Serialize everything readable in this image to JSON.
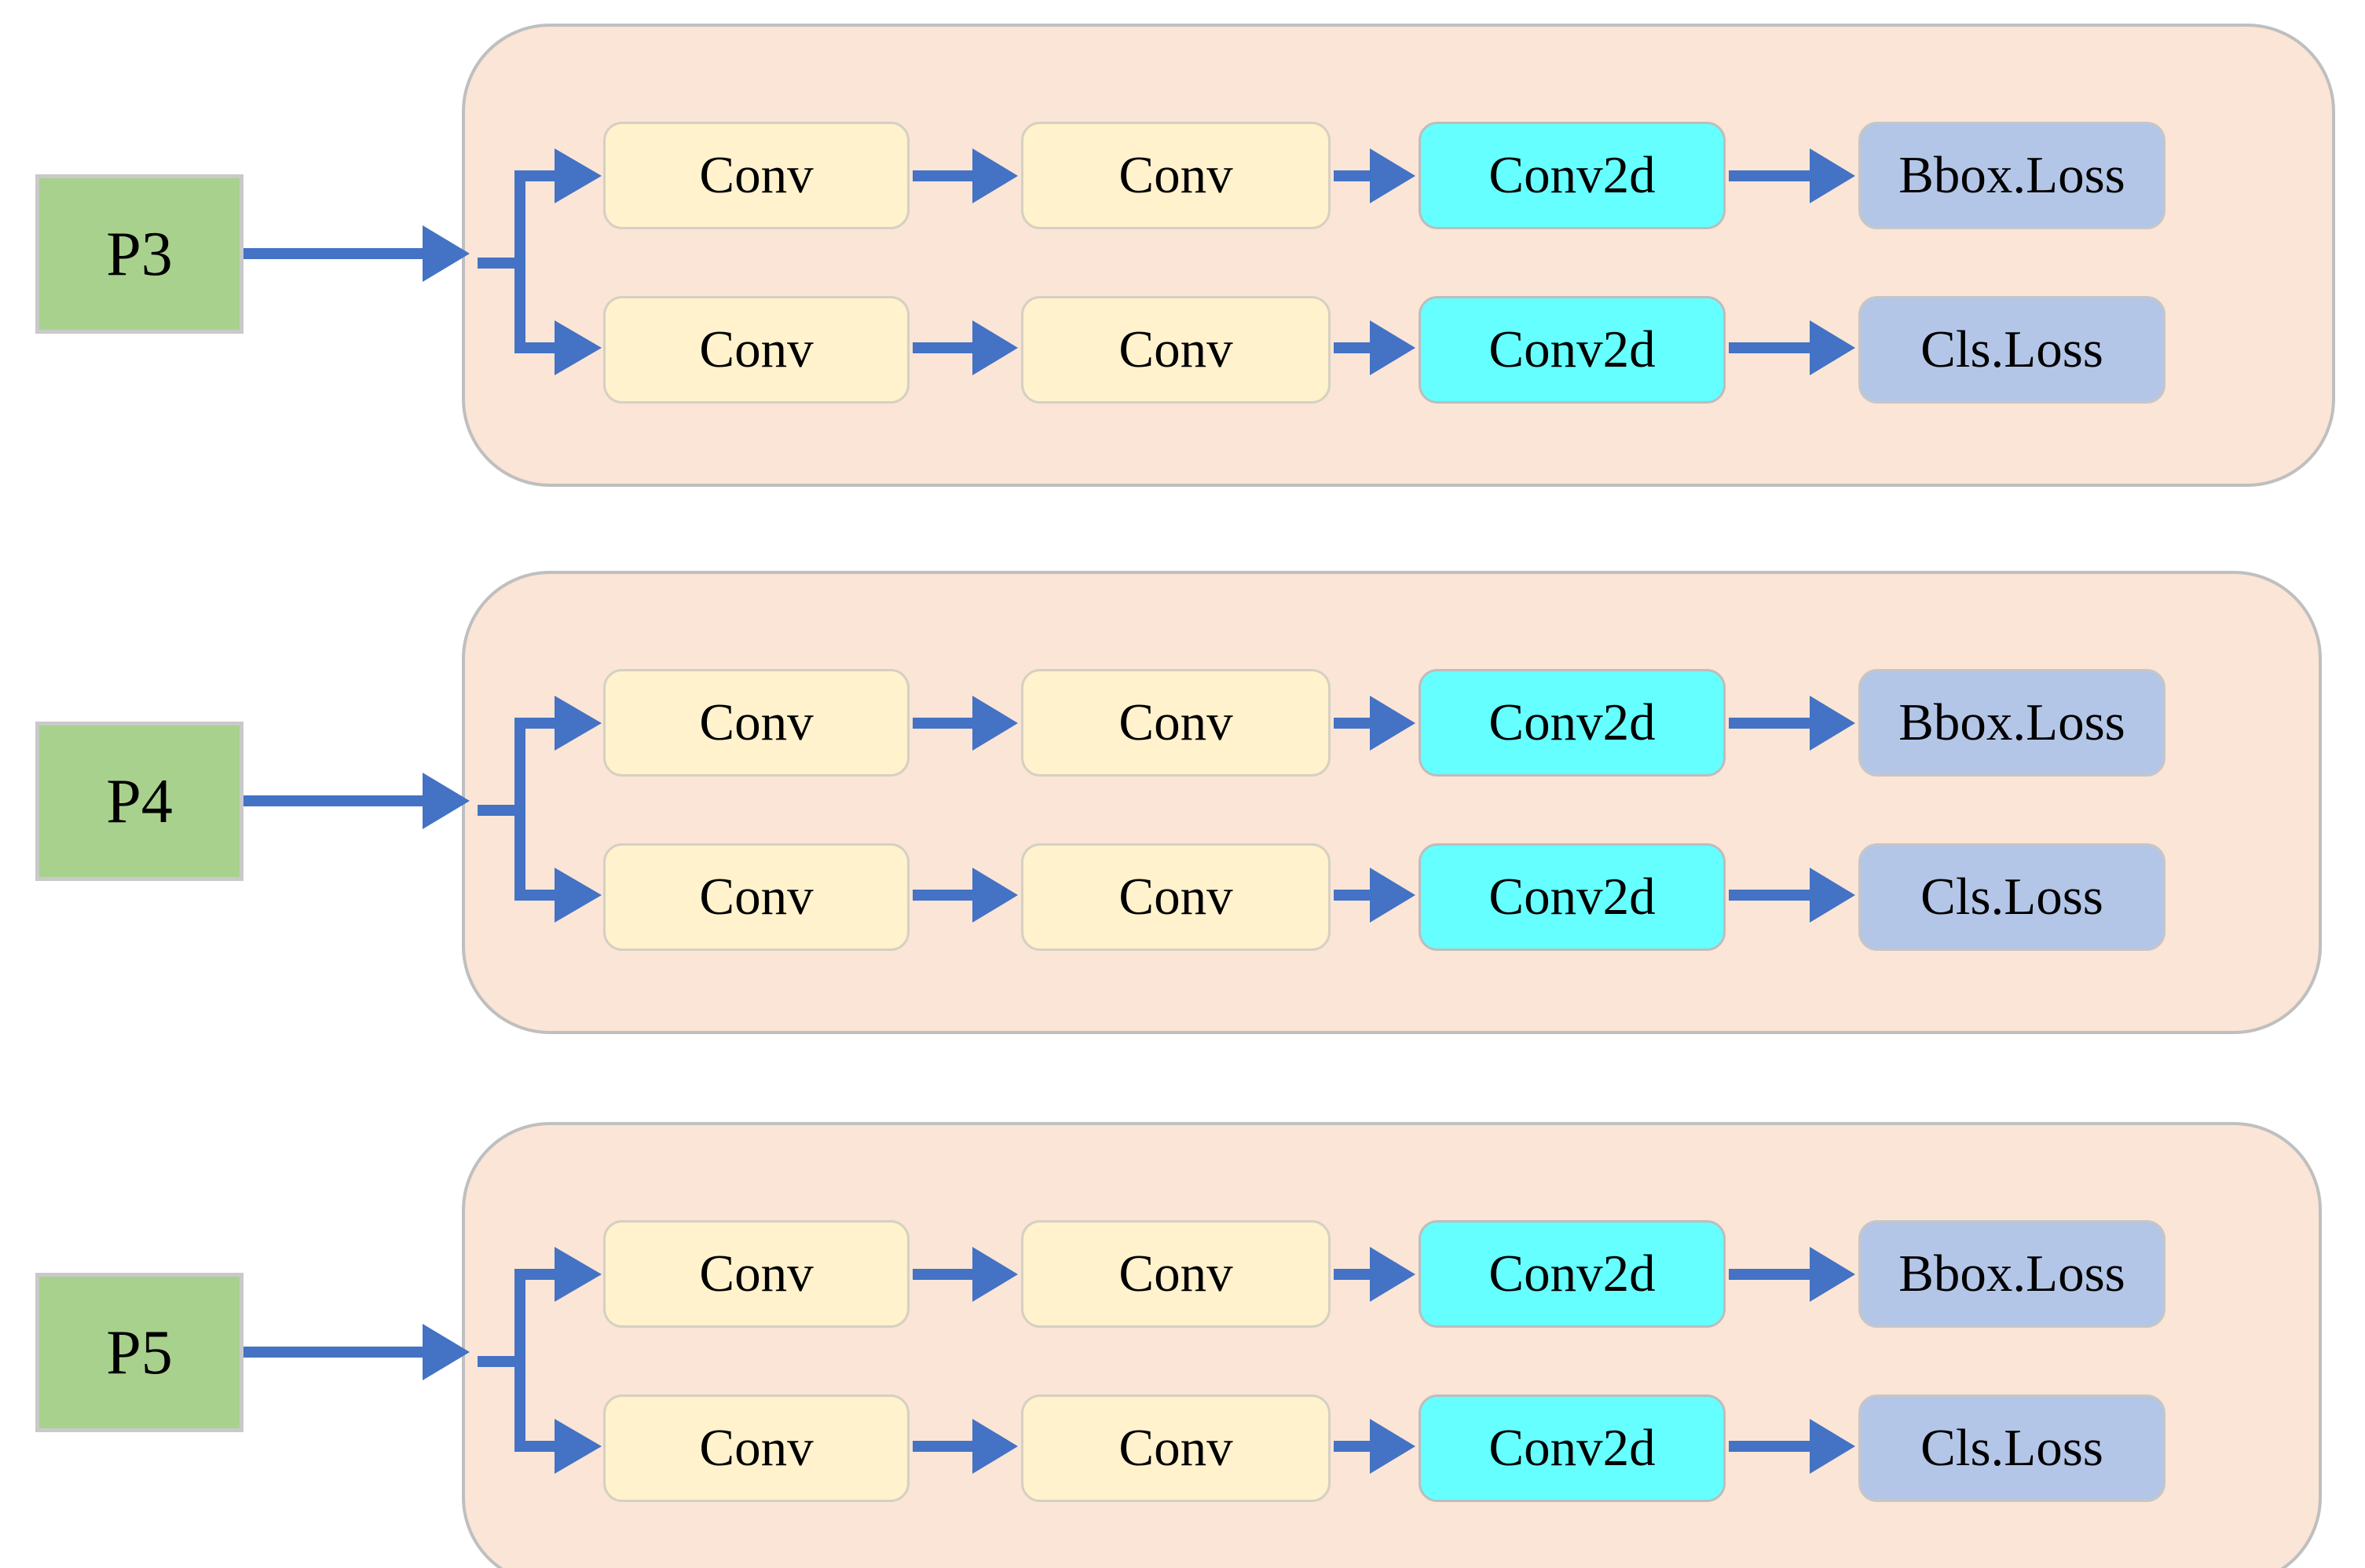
{
  "diagram": {
    "rows": [
      {
        "input": "P3",
        "top": [
          "Conv",
          "Conv",
          "Conv2d",
          "Bbox.Loss"
        ],
        "bottom": [
          "Conv",
          "Conv",
          "Conv2d",
          "Cls.Loss"
        ]
      },
      {
        "input": "P4",
        "top": [
          "Conv",
          "Conv",
          "Conv2d",
          "Bbox.Loss"
        ],
        "bottom": [
          "Conv",
          "Conv",
          "Conv2d",
          "Cls.Loss"
        ]
      },
      {
        "input": "P5",
        "top": [
          "Conv",
          "Conv",
          "Conv2d",
          "Bbox.Loss"
        ],
        "bottom": [
          "Conv",
          "Conv",
          "Conv2d",
          "Cls.Loss"
        ]
      }
    ],
    "colors": {
      "input_fill": "#A9D18E",
      "panel_fill": "#FBE5D6",
      "conv_fill": "#FFF2CC",
      "conv2d_fill": "#66FFFF",
      "loss_fill": "#B4C6E7",
      "arrow": "#4472C4",
      "border_gray": "#BFBFBF"
    }
  }
}
